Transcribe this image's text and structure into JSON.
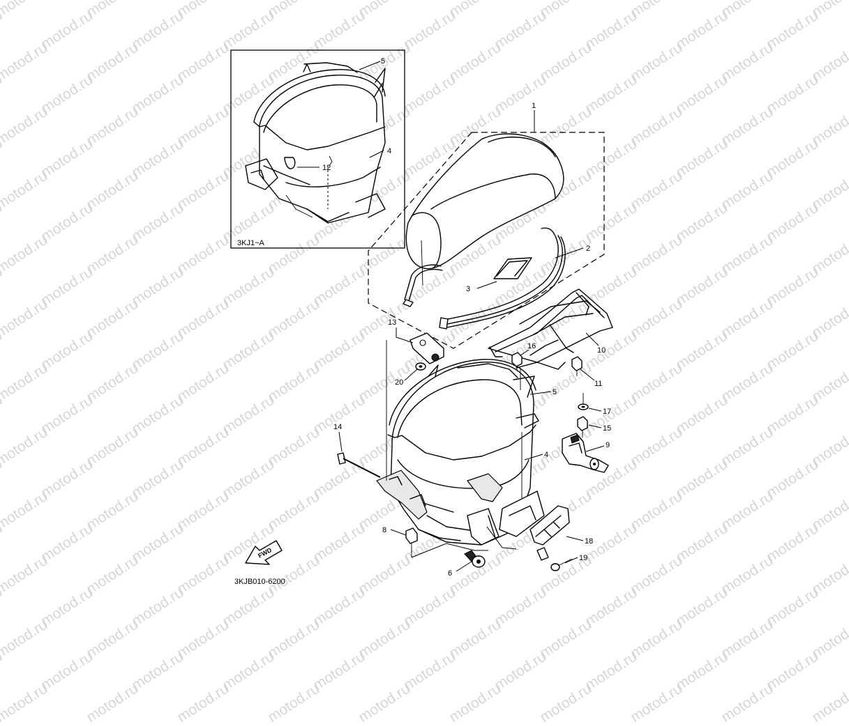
{
  "watermark": {
    "text": "motod.ru"
  },
  "inset": {
    "label": "3KJ1~A"
  },
  "diagram_code": "3KJB010-6200",
  "fwd_badge": {
    "text": "FWD"
  },
  "callouts": {
    "c1": "1",
    "c2": "2",
    "c3": "3",
    "c4": "4",
    "c5": "5",
    "c6": "6",
    "c8": "8",
    "c9": "9",
    "c10": "10",
    "c11": "11",
    "c12": "12",
    "c13": "13",
    "c14": "14",
    "c15": "15",
    "c16": "16",
    "c17": "17",
    "c18": "18",
    "c19": "19",
    "c20": "20",
    "inset_c4": "4",
    "inset_c5": "5",
    "inset_c12": "12",
    "main_c4": "4",
    "main_c5": "5"
  },
  "colors": {
    "line": "#000000",
    "watermark": "#d6d6d6",
    "background": "#ffffff"
  }
}
